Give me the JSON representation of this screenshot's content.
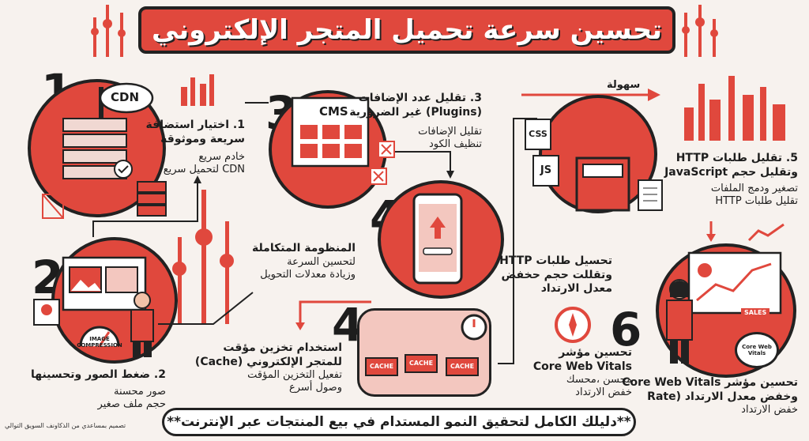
{
  "title": "تحسين سرعة تحميل المتجر الإلكتروني",
  "steps": {
    "s1": {
      "num": "1",
      "title": "1. اختيار استضافة",
      "title2": "سريعة وموثوقة",
      "line1": "خادم سريع",
      "line2": "CDN لتحميل سريع",
      "badge": "CDN"
    },
    "s2": {
      "num": "2",
      "title": "2. ضغط الصور وتحسينها",
      "line1": "صور محسنة",
      "line2": "حجم ملف صغير",
      "badge1": "IMAGE",
      "badge2": "COMPRESSION"
    },
    "s3": {
      "num": "3",
      "title": "3. تقليل عدد الإضافات",
      "title2": "(Plugins) غير الضرورية",
      "line1": "تقليل الإضافات",
      "line2": "تنظيف الكود",
      "badge": "CMS"
    },
    "s4a": {
      "num": "4",
      "line1": "المنظومة المتكاملة",
      "line2": "لتحسين السرعة",
      "line3": "وزيادة معدلات التحويل"
    },
    "s4b": {
      "num": "4",
      "title": "استخدام تخزين مؤقت",
      "title2": "للمتجر الإلكتروني (Cache)",
      "line1": "تفعيل التخزين المؤقت",
      "line2": "وصول أسرع",
      "cache": "CACHE"
    },
    "s5": {
      "num": "5",
      "title": "5. تقليل طلبات HTTP",
      "title2": "وتقليل حجم JavaScript",
      "line1": "تصغير ودمج الملفات",
      "line2": "تقليل طلبات HTTP",
      "css": "CSS",
      "js": "JS",
      "ease": "سهولة"
    },
    "s5b": {
      "line1": "تحسيل طلبات HTTP",
      "line2": "وتقللت حجم حخفض",
      "line3": "معدل الارتداد"
    },
    "s6": {
      "num": "6",
      "title": "تحسين مؤشر",
      "title2": "Core Web Vitals",
      "line1": "محسن ،محسك",
      "line2": "خفض الارتداد"
    },
    "s7": {
      "title": "تحسين مؤشر Core Web Vitals",
      "title2": "وخفض معدل الارتداد (Rate",
      "line1": "خفض الارتداد",
      "badge1": "Core Web",
      "badge2": "Vitals",
      "sales": "SALES"
    }
  },
  "footer": "**دليلك الكامل لتحقيق النمو المستدام في بيع المنتجات عبر الإنترنت**",
  "credit": "تصميم بمساعدي من الذكاونف السويق التوالي",
  "colors": {
    "accent": "#e0483d",
    "dark": "#222222",
    "bg": "#f7f2ee"
  }
}
